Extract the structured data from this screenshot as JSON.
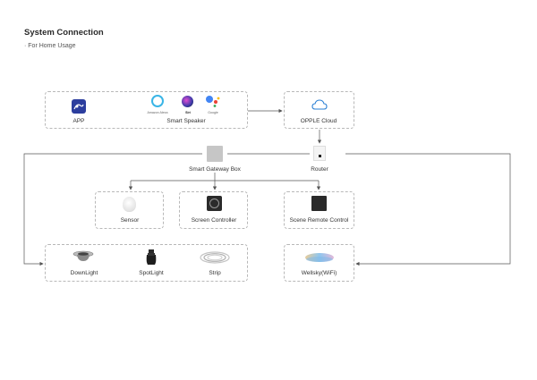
{
  "header": {
    "title": "System Connection",
    "subtitle": "· For Home Usage"
  },
  "nodes": {
    "app": "APP",
    "smart_speaker": "Smart Speaker",
    "amazon_alexa": "Amazon Alexa",
    "siri": "Siri",
    "google": "Google",
    "opple_cloud": "OPPLE Cloud",
    "smart_gateway_box": "Smart Gateway Box",
    "router": "Router",
    "sensor": "Sensor",
    "screen_controller": "Screen Controller",
    "scene_remote_control": "Scene Remote Control",
    "downlight": "DownLight",
    "spotlight": "SpotLight",
    "strip": "Strip",
    "wellsky": "Wellsky(WiFi)"
  }
}
